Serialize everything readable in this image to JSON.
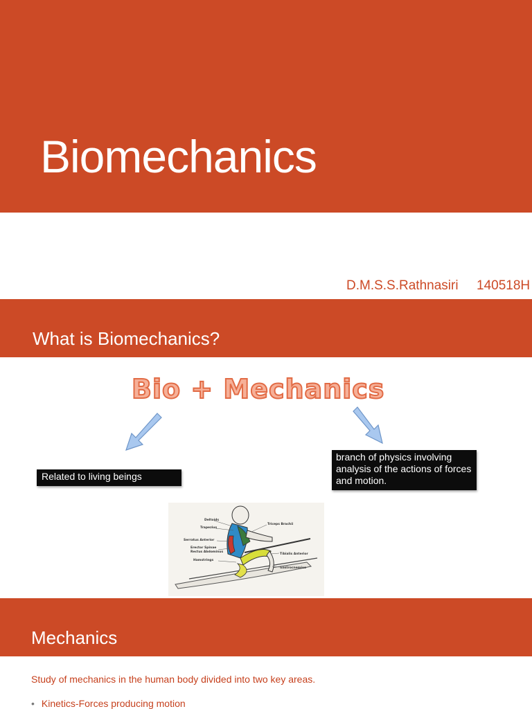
{
  "slide1": {
    "title": "Biomechanics",
    "author": "D.M.S.S.Rathnasiri",
    "student_id": "140518H"
  },
  "slide2": {
    "title": "What is Biomechanics?",
    "wordart": "Bio + Mechanics",
    "left_label": "Related to living beings",
    "right_label": "branch of physics involving analysis of the actions of forces and motion.",
    "figure": {
      "labels_left": [
        "Deltoids",
        "Trapezius",
        "Serratus Anterior",
        "Erector Spinae",
        "Rectus Abdominus",
        "Hamstrings"
      ],
      "labels_right": [
        "Triceps Brachii",
        "Tibialis Anterior",
        "Gastrocnemius"
      ]
    }
  },
  "slide3": {
    "title": "Mechanics",
    "intro": "Study of mechanics in the human body divided into two key areas.",
    "bullets": [
      "Kinetics-Forces producing motion"
    ]
  },
  "colors": {
    "accent": "#cc4a26",
    "label_box": "#0c0c0c",
    "arrow": "#8fb4e3"
  }
}
